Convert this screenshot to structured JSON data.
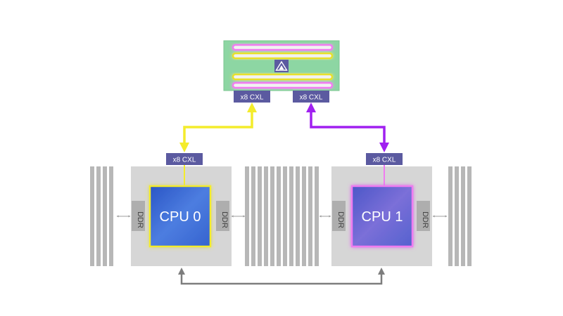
{
  "cxl_card": {
    "left_port_label": "x8 CXL",
    "right_port_label": "x8 CXL",
    "logo_icon": "delta-triangle-logo-icon"
  },
  "socket_left": {
    "cpu_label": "CPU 0",
    "cxl_port_label": "x8 CXL",
    "ddr_left_label": "DDR",
    "ddr_right_label": "DDR",
    "accent_color": "#f4ec2c"
  },
  "socket_right": {
    "cpu_label": "CPU 1",
    "cxl_port_label": "x8 CXL",
    "ddr_left_label": "DDR",
    "ddr_right_label": "DDR",
    "accent_color": "#a020f0"
  },
  "colors": {
    "port_label_bg": "#5b5aa0",
    "card_green": "#8dd6a3",
    "cpu_blue": "#3d6fd3",
    "cpu1_glow": "#f07cf0",
    "socket_gray": "#d6d6d6",
    "dimm_gray": "#b7b7b7",
    "link_gray": "#7d7d7d"
  }
}
